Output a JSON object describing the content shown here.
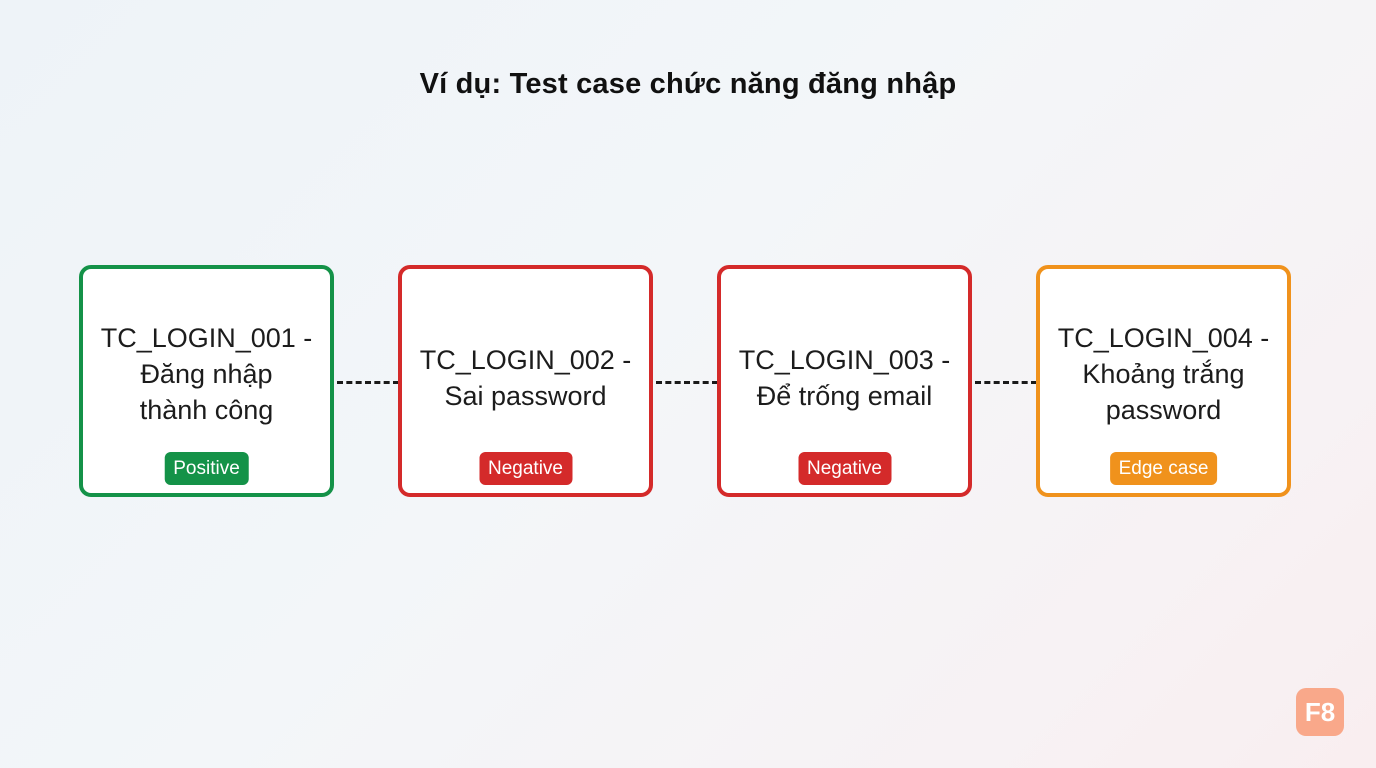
{
  "title": "Ví dụ: Test case chức năng đăng nhập",
  "colors": {
    "positive": "#149248",
    "negative": "#d42a2a",
    "edge": "#f0921c"
  },
  "cards": [
    {
      "title_lines": [
        "TC_LOGIN_001 -",
        "Đăng nhập",
        "thành công"
      ],
      "badge": "Positive",
      "type": "positive"
    },
    {
      "title_lines": [
        "TC_LOGIN_002 -",
        "Sai password"
      ],
      "badge": "Negative",
      "type": "negative"
    },
    {
      "title_lines": [
        "TC_LOGIN_003 -",
        "Để trống email"
      ],
      "badge": "Negative",
      "type": "negative"
    },
    {
      "title_lines": [
        "TC_LOGIN_004 -",
        "Khoảng trắng",
        "password"
      ],
      "badge": "Edge case",
      "type": "edge"
    }
  ],
  "logo": "F8"
}
